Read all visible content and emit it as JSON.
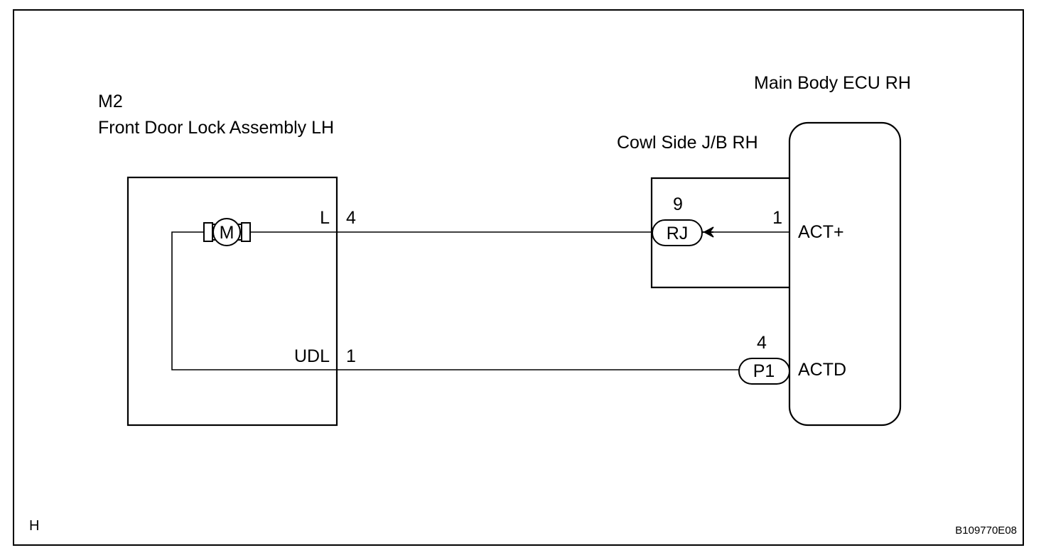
{
  "colors": {
    "line": "#000000",
    "background": "#ffffff"
  },
  "components": {
    "door_lock": {
      "code": "M2",
      "name": "Front Door Lock Assembly LH",
      "motor_symbol": "M",
      "pins": [
        {
          "name": "L",
          "number": "4"
        },
        {
          "name": "UDL",
          "number": "1"
        }
      ]
    },
    "junction_block": {
      "name": "Cowl Side J/B RH",
      "connector": "RJ",
      "pin": "9"
    },
    "ecu": {
      "name": "Main Body ECU RH",
      "pins": [
        {
          "name": "ACT+",
          "number": "1"
        },
        {
          "name": "ACTD",
          "number": "4",
          "connector": "P1"
        }
      ]
    }
  },
  "footer": {
    "left_code": "H",
    "figure_id": "B109770E08"
  }
}
